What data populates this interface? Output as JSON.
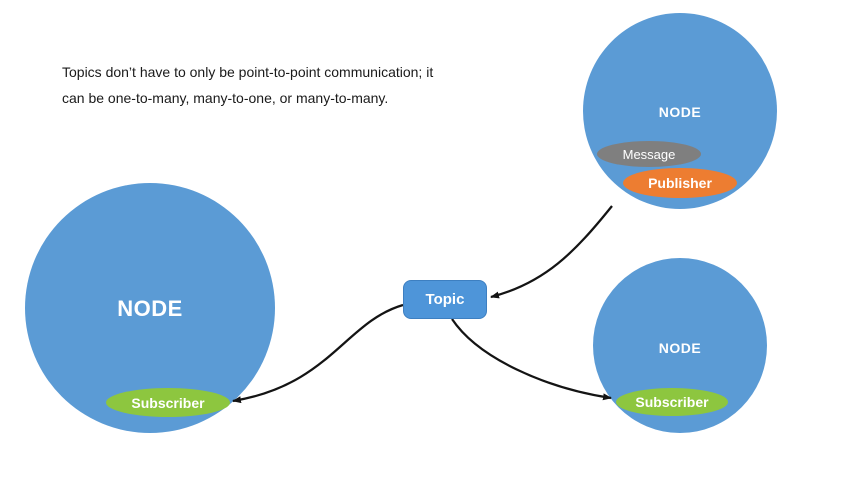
{
  "caption": {
    "line1": "Topics don’t have to only be point-to-point communication; it",
    "line2": "can be one-to-many, many-to-one, or many-to-many."
  },
  "topic_box": {
    "label": "Topic"
  },
  "nodes": {
    "left": {
      "label": "NODE",
      "badges": {
        "subscriber": "Subscriber"
      }
    },
    "top_right": {
      "label": "NODE",
      "badges": {
        "message": "Message",
        "publisher": "Publisher"
      }
    },
    "bottom_right": {
      "label": "NODE",
      "badges": {
        "subscriber": "Subscriber"
      }
    }
  },
  "colors": {
    "node_blue": "#5B9BD5",
    "topic_blue": "#4E95D9",
    "publisher_orange": "#ED7D31",
    "message_gray": "#7F7F7F",
    "subscriber_green": "#8DC63F",
    "arrow_black": "#141414"
  }
}
